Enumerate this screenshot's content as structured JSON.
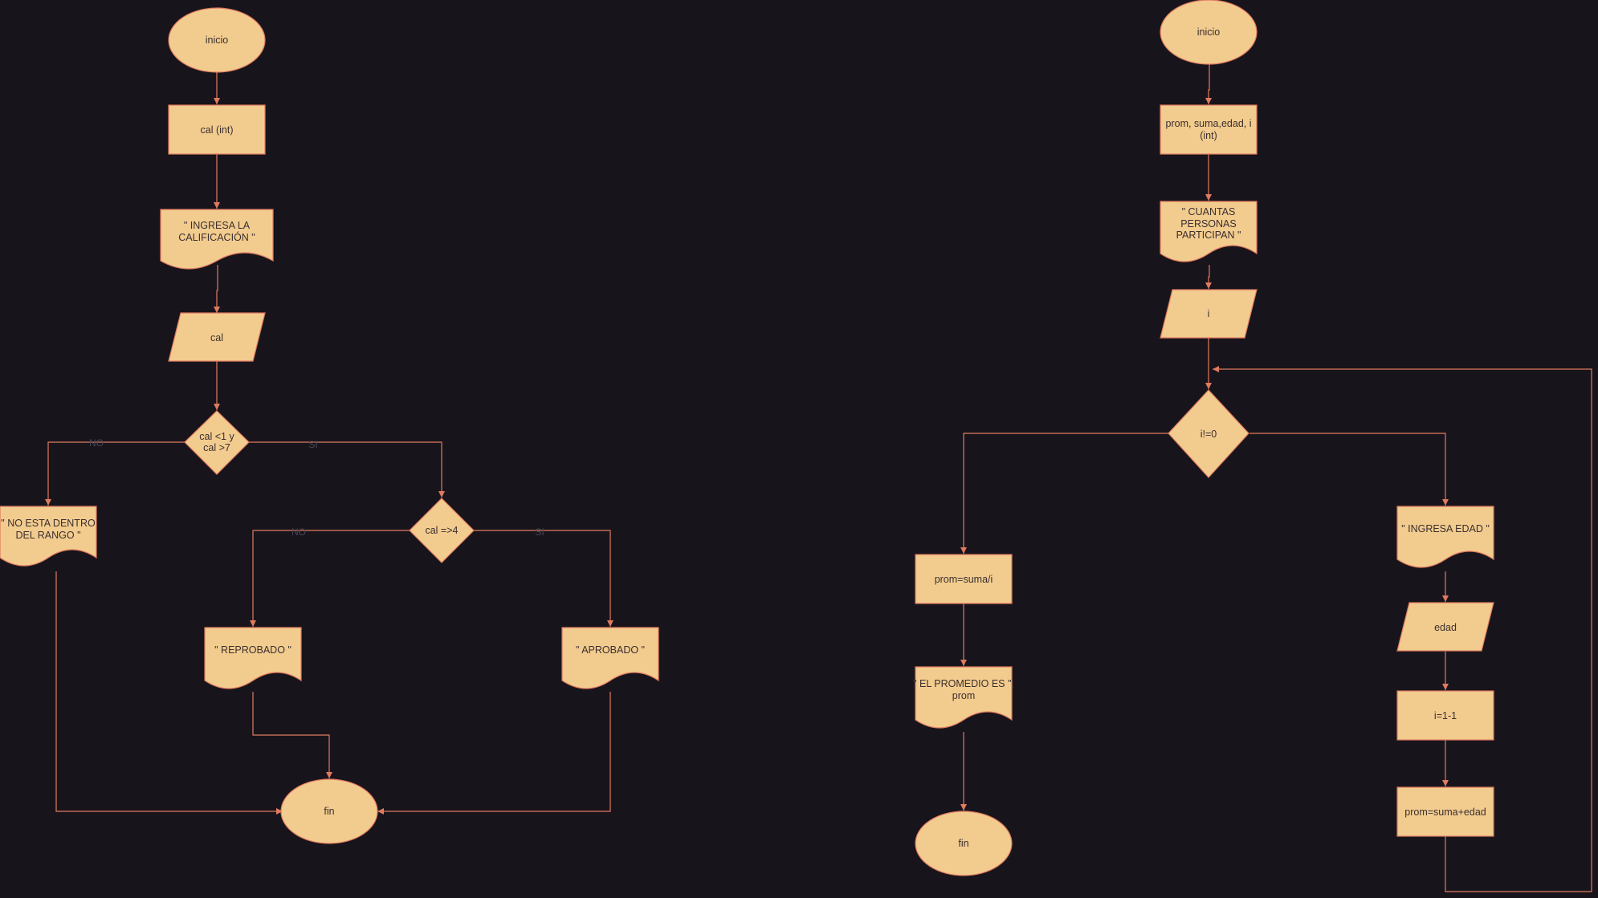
{
  "flow1": {
    "start": "inicio",
    "decl": "cal (int)",
    "prompt": [
      "\" INGRESA LA",
      "CALIFICACIÓN \""
    ],
    "input": "cal",
    "cond1": [
      "cal <1 y",
      "cal >7"
    ],
    "cond1_no": "NO",
    "cond1_yes": "SI",
    "out_range": [
      "\" NO ESTA DENTRO",
      "DEL RANGO \""
    ],
    "cond2": "cal =>4",
    "cond2_no": "NO",
    "cond2_yes": "SI",
    "fail": "\" REPROBADO \"",
    "pass": "\" APROBADO \"",
    "end": "fin"
  },
  "flow2": {
    "start": "inicio",
    "decl": [
      "prom, suma,edad, i",
      "(int)"
    ],
    "prompt": [
      "\" CUANTAS",
      "PERSONAS",
      "PARTICIPAN \""
    ],
    "input": "i",
    "cond": "i!=0",
    "avg": "prom=suma/i",
    "result": [
      "\" EL PROMEDIO ES \",",
      "prom"
    ],
    "end": "fin",
    "ask_age": "\" INGRESA EDAD \"",
    "age": "edad",
    "dec": "i=1-1",
    "sum": "prom=suma+edad"
  }
}
